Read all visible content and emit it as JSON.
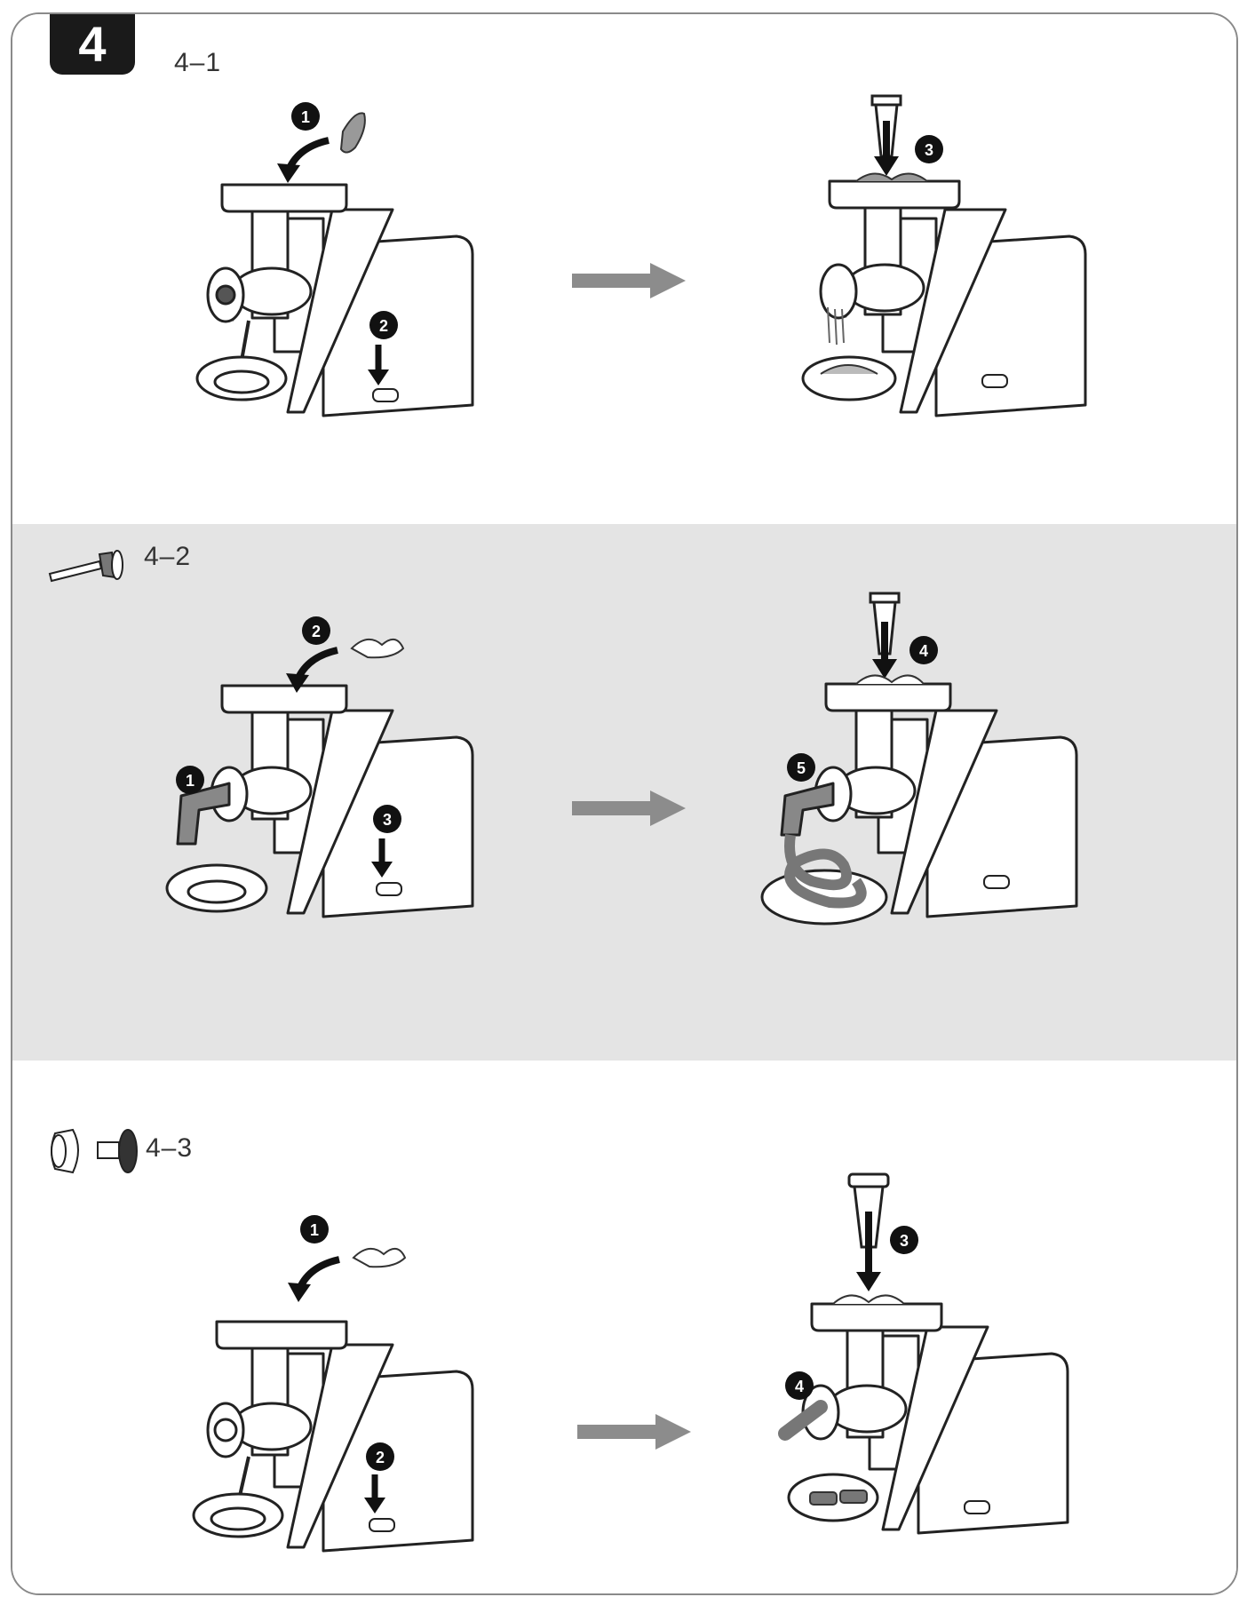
{
  "step_number": "4",
  "sections": [
    {
      "label": "4–1",
      "accessory_icons": [],
      "left_scene": {
        "callouts": [
          "1",
          "2"
        ],
        "food": "meat-chunk"
      },
      "right_scene": {
        "callouts": [
          "3"
        ],
        "output": "minced-meat"
      }
    },
    {
      "label": "4–2",
      "accessory_icons": [
        "sausage-nozzle-icon"
      ],
      "left_scene": {
        "callouts": [
          "1",
          "2",
          "3"
        ],
        "food": "minced-meat"
      },
      "right_scene": {
        "callouts": [
          "4",
          "5"
        ],
        "output": "sausage"
      }
    },
    {
      "label": "4–3",
      "accessory_icons": [
        "kebbe-cone-icon",
        "kebbe-shaper-icon"
      ],
      "left_scene": {
        "callouts": [
          "1",
          "2"
        ],
        "food": "minced-meat"
      },
      "right_scene": {
        "callouts": [
          "3",
          "4"
        ],
        "output": "kebbe"
      }
    }
  ],
  "colors": {
    "frame": "#8a8a8a",
    "band_gray": "#e4e4e4",
    "arrow": "#8c8c8c",
    "ink": "#1a1a1a"
  }
}
